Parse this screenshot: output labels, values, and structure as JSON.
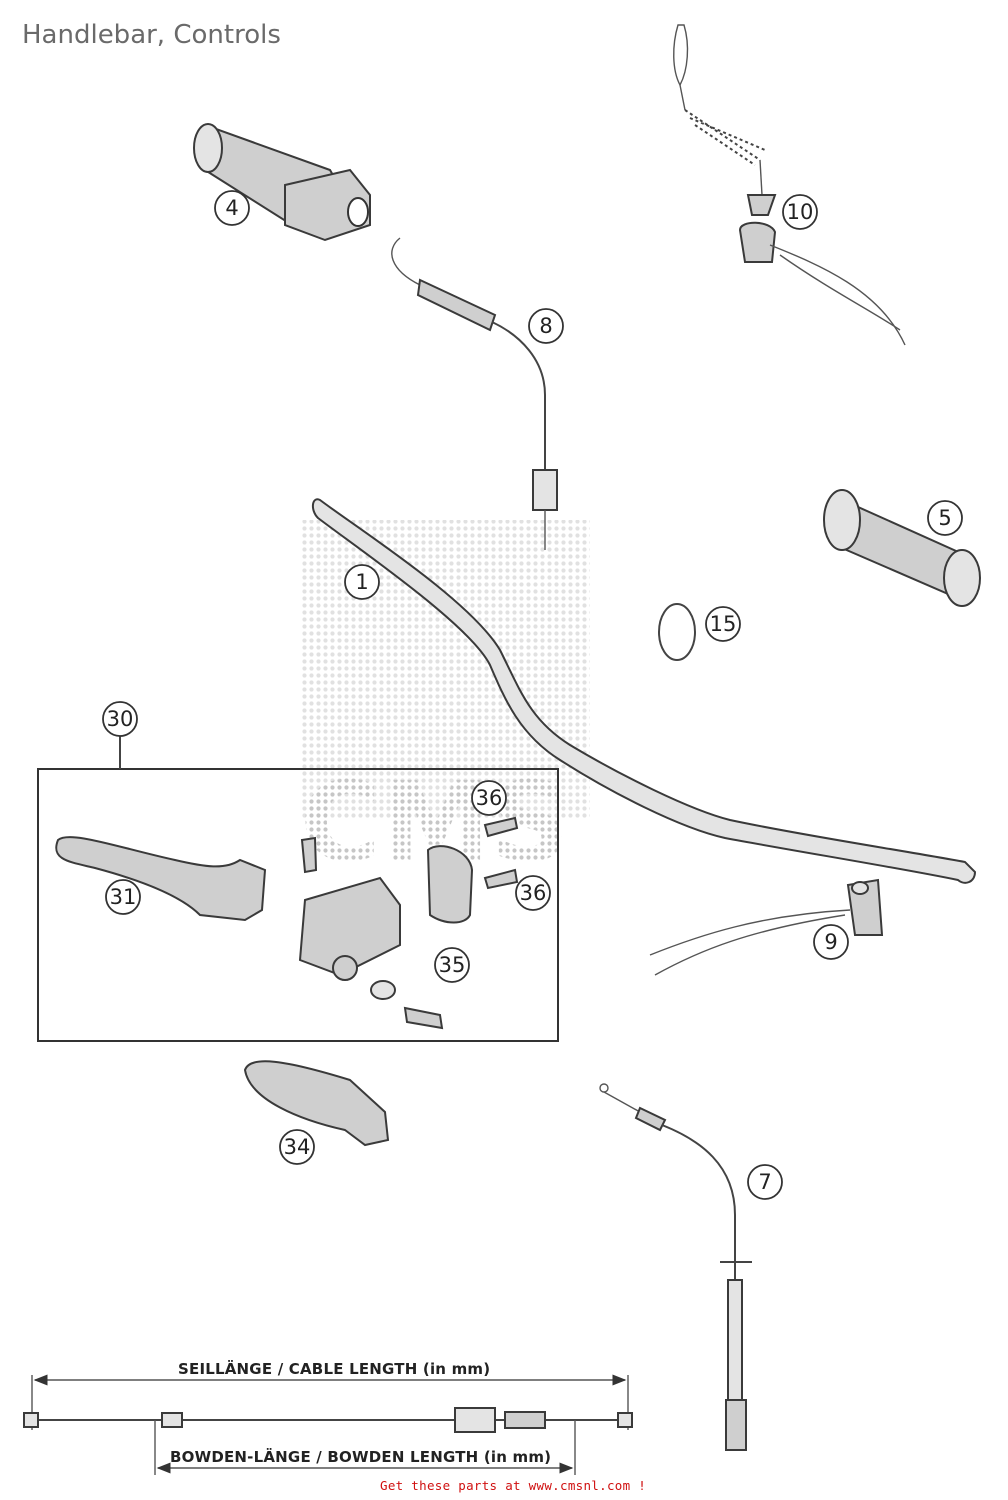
{
  "title": "Handlebar, Controls",
  "footer": "Get these parts at www.cmsnl.com !",
  "watermark": "CMS",
  "callouts": [
    "1",
    "4",
    "5",
    "7",
    "8",
    "9",
    "10",
    "15",
    "30",
    "31",
    "34",
    "35",
    "36",
    "36"
  ],
  "dimensions": {
    "cable_length": "SEILLÄNGE / CABLE LENGTH   (in mm)",
    "bowden_length": "BOWDEN-LÄNGE / BOWDEN LENGTH   (in mm)"
  }
}
